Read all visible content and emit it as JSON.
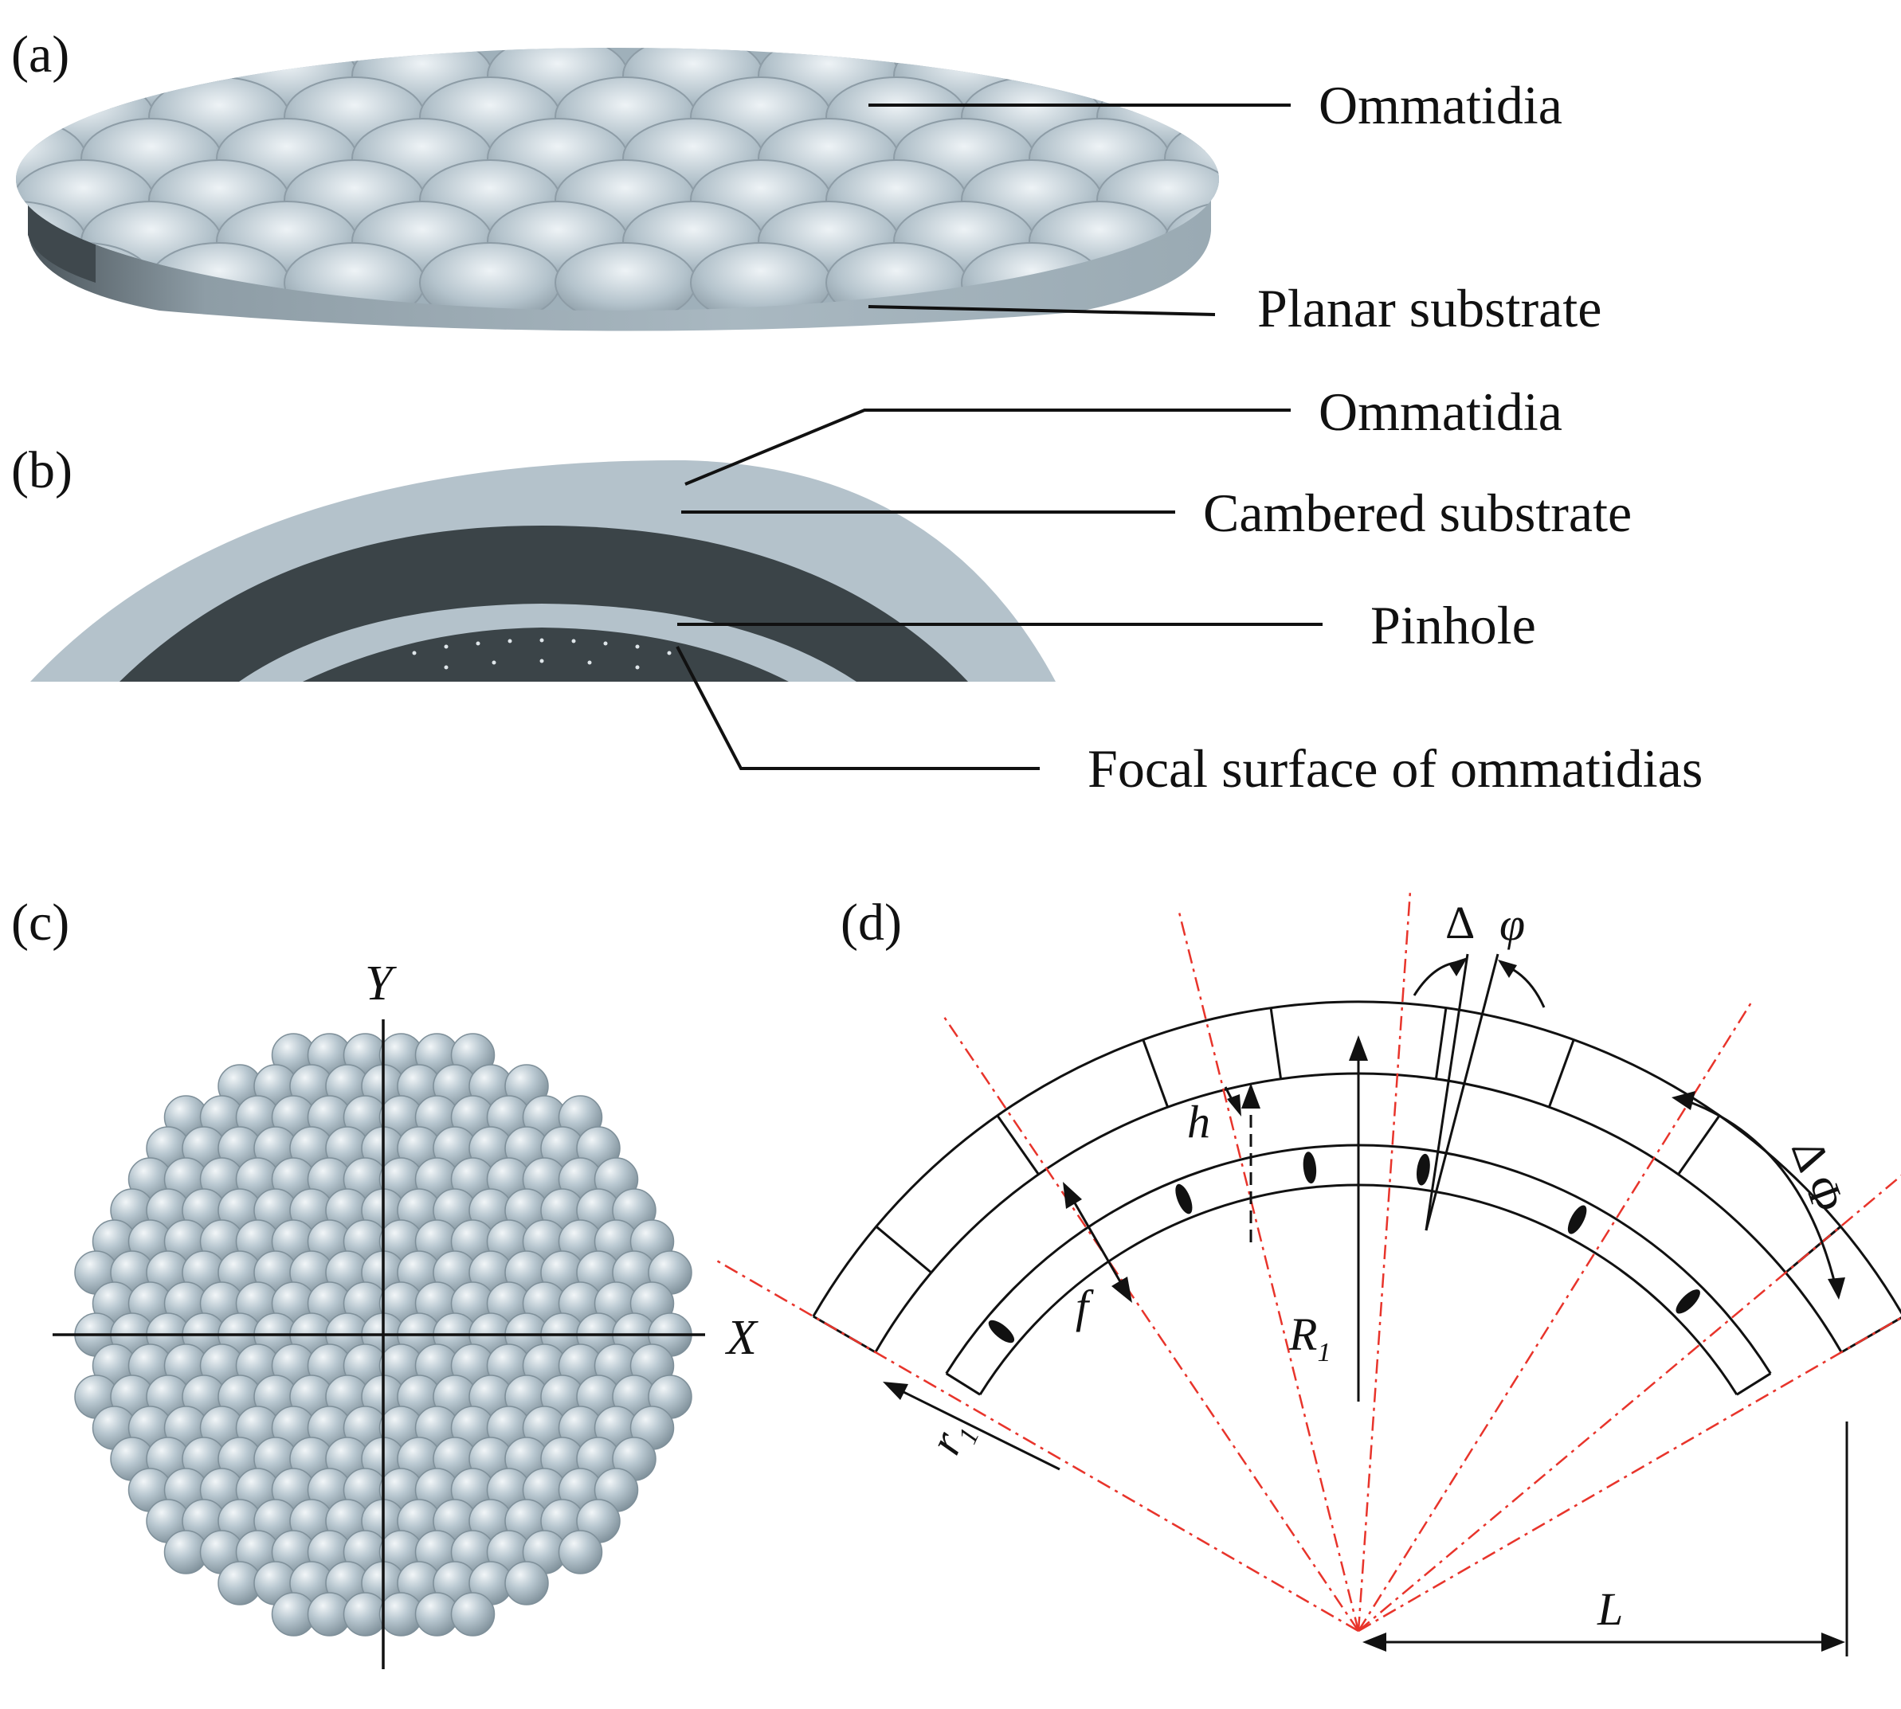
{
  "panels": {
    "a": "(a)",
    "b": "(b)",
    "c": "(c)",
    "d": "(d)"
  },
  "panel_a": {
    "label_ommatidia": "Ommatidia",
    "label_substrate": "Planar substrate"
  },
  "panel_b": {
    "label_ommatidia": "Ommatidia",
    "label_substrate": "Cambered substrate",
    "label_pinhole": "Pinhole",
    "label_focal": "Focal surface of ommatidias"
  },
  "panel_c": {
    "axis_y": "Y",
    "axis_x": "X"
  },
  "panel_d": {
    "sym_h": "h",
    "sym_f": "f",
    "sym_R": "R",
    "sym_R_sub": "1",
    "sym_r": "r",
    "sym_r_sub": "1",
    "sym_dphi_delta": "Δ",
    "sym_dphi": "φ",
    "sym_dPhi": "Δ Φ",
    "sym_L": "L"
  },
  "colors": {
    "lens": "#aebdc6",
    "lens_highlight": "#eef3f6",
    "substrate_dark": "#3d4549",
    "guide_red": "#e8342b",
    "ink": "#111111"
  }
}
